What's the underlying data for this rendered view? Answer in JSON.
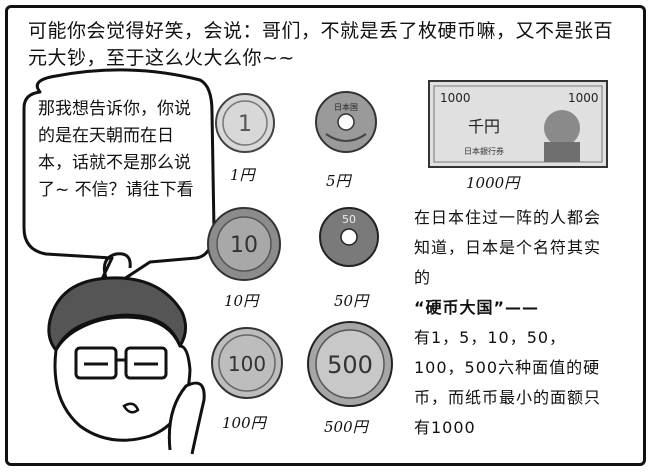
{
  "narration": "可能你会觉得好笑，会说：哥们，不就是丢了枚硬币嘛，又不是张百元大钞，至于这么火大么你~~",
  "speech_bubble": "那我想告诉你，你说的是在天朝而在日本，话就不是那么说了~ 不信？请往下看",
  "coins": [
    {
      "label": "1円",
      "face": "1"
    },
    {
      "label": "5円",
      "face": "日本国"
    },
    {
      "label": "10円",
      "face": "10"
    },
    {
      "label": "50円",
      "face": "50"
    },
    {
      "label": "100円",
      "face": "100"
    },
    {
      "label": "500円",
      "face": "500"
    }
  ],
  "banknote": {
    "label": "1000円",
    "denomination_top": "1000",
    "denomination_kanji": "千円",
    "issuer": "日本銀行券"
  },
  "info": {
    "line1": "在日本住过一阵的人都会知道，日本是个名符其实的",
    "emphasis": "“硬币大国”——",
    "line2": "有1，5，10，50，100，500六种面值的硬币，而纸币最小的面额只有1000"
  },
  "colors": {
    "ink": "#111111",
    "coin_gray": "#9a9a9a",
    "paper": "#ffffff"
  }
}
